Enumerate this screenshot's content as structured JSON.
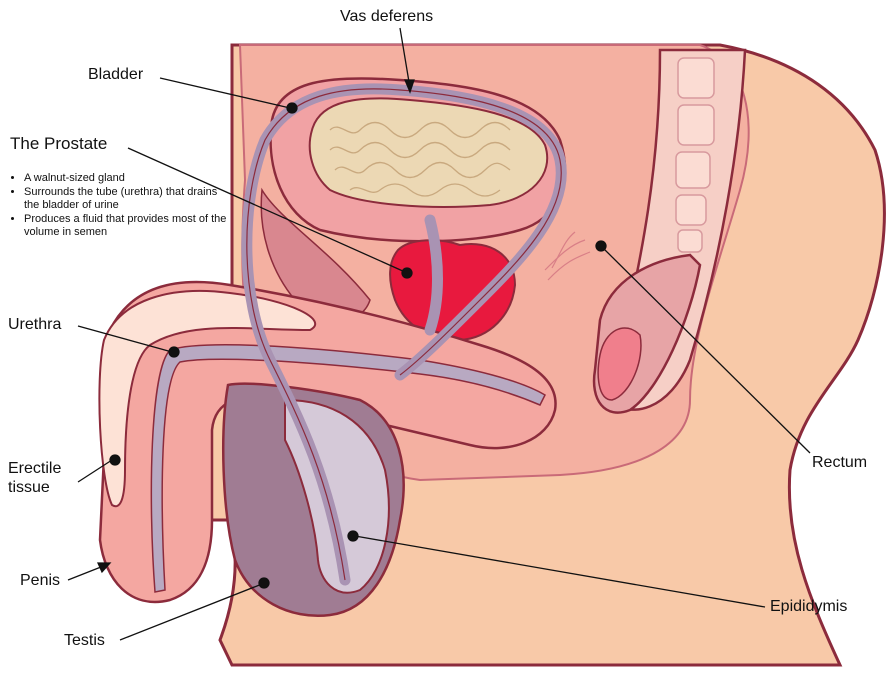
{
  "labels": {
    "vas_deferens": "Vas deferens",
    "bladder": "Bladder",
    "prostate": "The Prostate",
    "urethra": "Urethra",
    "erectile_tissue_line1": "Erectile",
    "erectile_tissue_line2": "tissue",
    "penis": "Penis",
    "testis": "Testis",
    "rectum": "Rectum",
    "epididymis": "Epididymis"
  },
  "prostate_notes": [
    "A walnut-sized gland",
    "Surrounds the tube (urethra) that drains the bladder of urine",
    "Produces a fluid that provides most of the volume in semen"
  ],
  "colors": {
    "skin": "#f8c9a8",
    "tissue": "#f2a79a",
    "outline": "#8c2b3c",
    "prostate": "#e8193e",
    "vas": "#a993b3",
    "testis": "#a07c93",
    "epididymis": "#d5c9d8",
    "bladder_fill": "#ecd8b4"
  }
}
